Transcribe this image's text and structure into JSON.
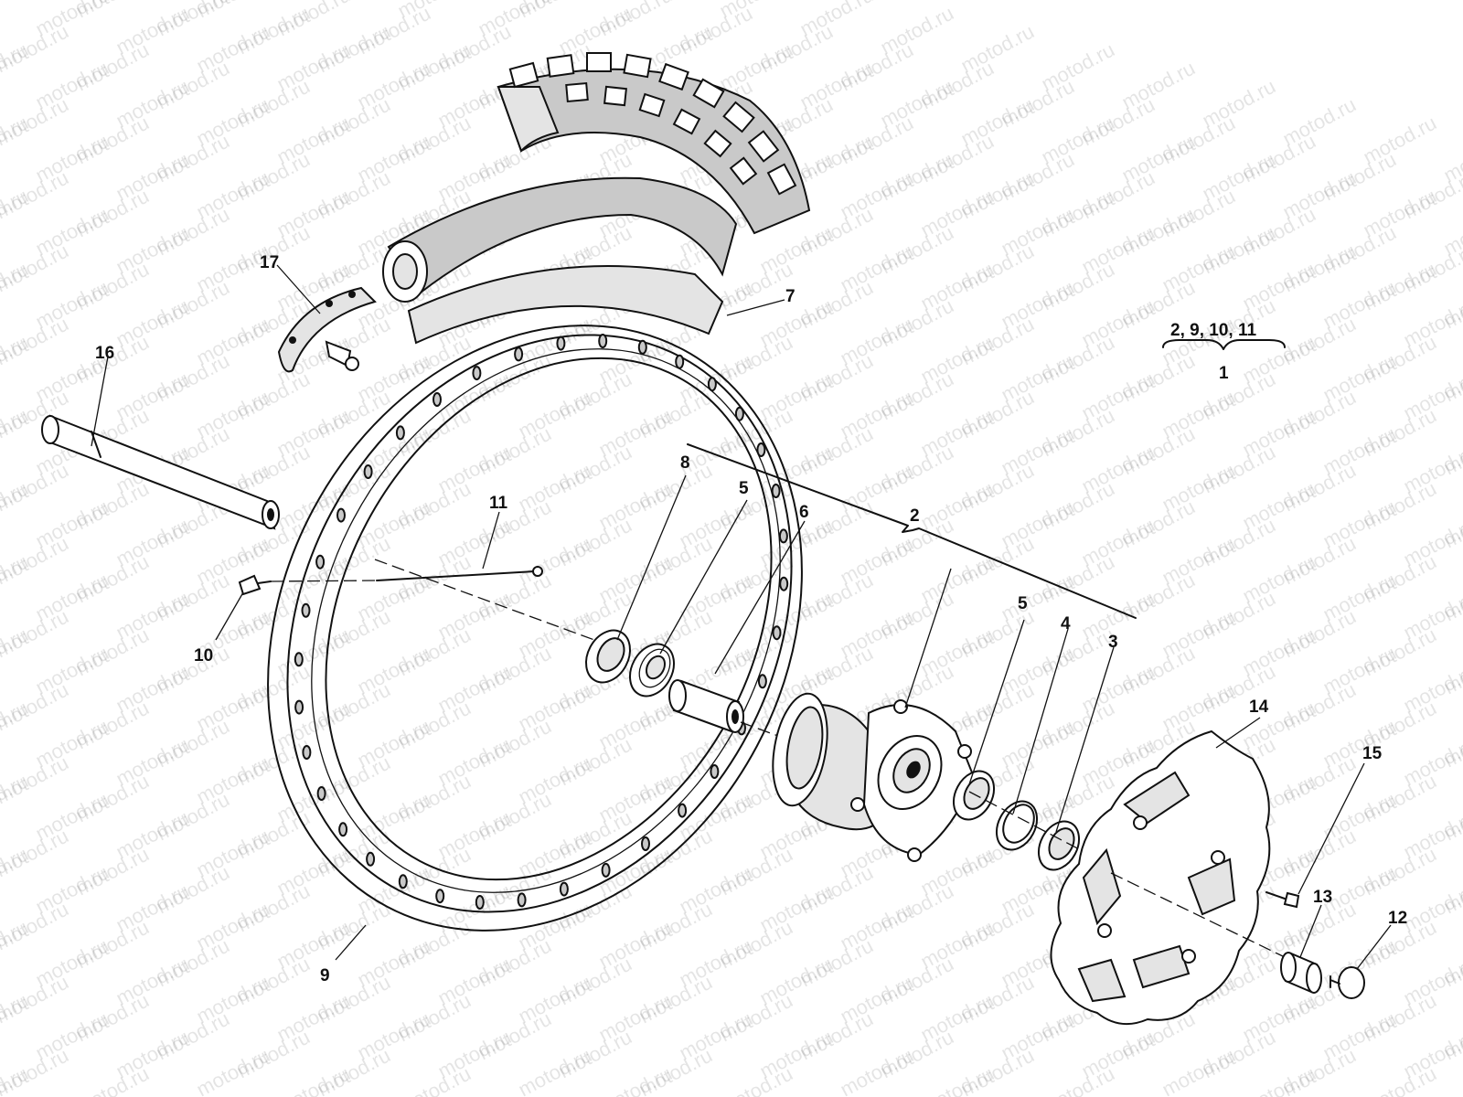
{
  "watermark_text": "motod.ru",
  "labels": {
    "l1": "1",
    "l2": "2",
    "l3": "3",
    "l4": "4",
    "l5a": "5",
    "l5b": "5",
    "l6": "6",
    "l7": "7",
    "l8": "8",
    "l9": "9",
    "l10": "10",
    "l11": "11",
    "l12": "12",
    "l13": "13",
    "l14": "14",
    "l15": "15",
    "l16": "16",
    "l17": "17",
    "group": "2, 9, 10, 11"
  }
}
